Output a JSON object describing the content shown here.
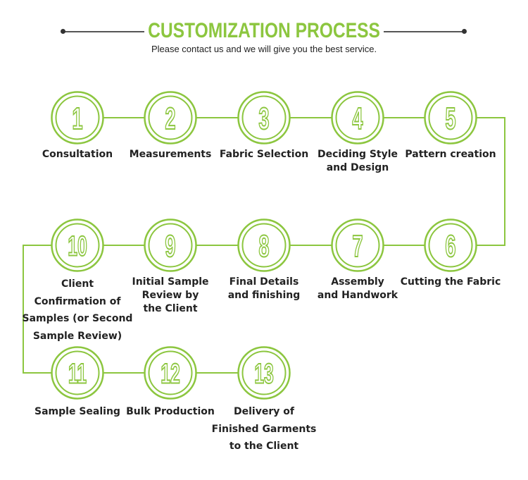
{
  "header": {
    "title": "CUSTOMIZATION PROCESS",
    "subtitle": "Please contact us and we will give you the best service."
  },
  "colors": {
    "accent": "#8cc63f",
    "text": "#222222",
    "rule": "#555555"
  },
  "steps": [
    {
      "number": "1",
      "label": "Consultation"
    },
    {
      "number": "2",
      "label": "Measurements"
    },
    {
      "number": "3",
      "label": "Fabric Selection"
    },
    {
      "number": "4",
      "label": "Deciding Style\nand Design"
    },
    {
      "number": "5",
      "label": "Pattern creation"
    },
    {
      "number": "6",
      "label": "Cutting the Fabric"
    },
    {
      "number": "7",
      "label": "Assembly\nand Handwork"
    },
    {
      "number": "8",
      "label": "Final Details\nand finishing"
    },
    {
      "number": "9",
      "label": "Initial Sample\nReview by\nthe Client"
    },
    {
      "number": "10",
      "label": "Client\nConfirmation of\nSamples (or Second\nSample Review)"
    },
    {
      "number": "11",
      "label": "Sample Sealing"
    },
    {
      "number": "12",
      "label": "Bulk Production"
    },
    {
      "number": "13",
      "label": "Delivery of\nFinished Garments\nto the Client"
    }
  ]
}
